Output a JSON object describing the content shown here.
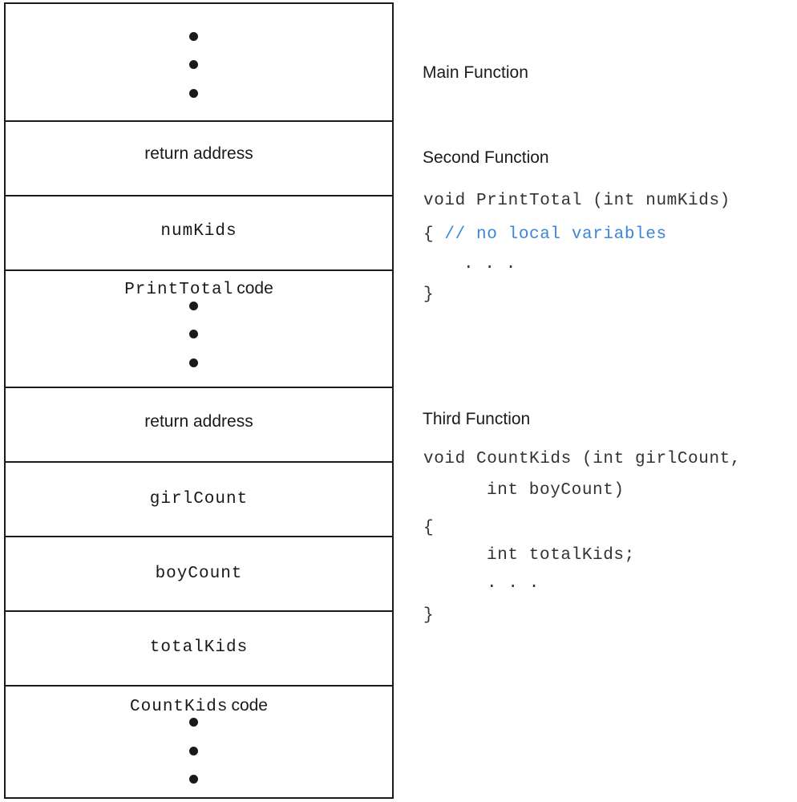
{
  "stack": {
    "return_address_1": "return address",
    "num_kids": "numKids",
    "print_total_name": "PrintTotal",
    "code_word_1": "code",
    "return_address_2": "return address",
    "girl_count": "girlCount",
    "boy_count": "boyCount",
    "total_kids": "totalKids",
    "count_kids_name": "CountKids",
    "code_word_2": "code"
  },
  "main_function": {
    "title": "Main Function"
  },
  "second_function": {
    "title": "Second Function",
    "line1": "void PrintTotal (int numKids)",
    "line2_brace": "{",
    "line2_comment": "// no local variables",
    "line3": ". . .",
    "line4": "}"
  },
  "third_function": {
    "title": "Third Function",
    "line1": "void CountKids (int girlCount,",
    "line2": "int boyCount)",
    "line3": "{",
    "line4": "int totalKids;",
    "line5": ". . .",
    "line6": "}"
  }
}
